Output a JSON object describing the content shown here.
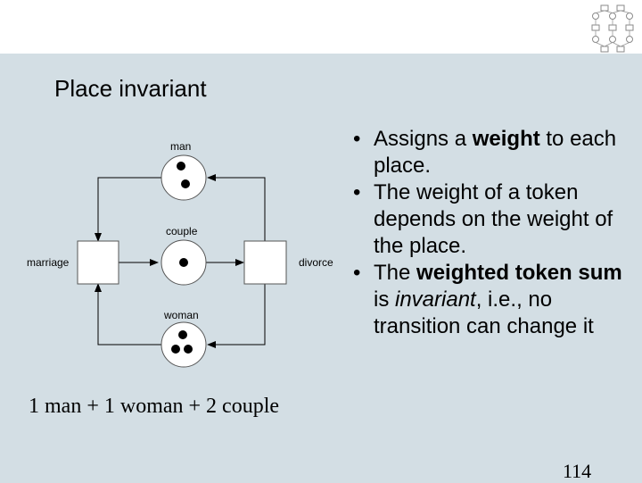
{
  "slide": {
    "title": "Place invariant",
    "page_number": "114"
  },
  "petri_net": {
    "places": [
      {
        "id": "man",
        "label": "man",
        "tokens": 2
      },
      {
        "id": "couple",
        "label": "couple",
        "tokens": 1
      },
      {
        "id": "woman",
        "label": "woman",
        "tokens": 3
      }
    ],
    "transitions": [
      {
        "id": "marriage",
        "label": "marriage"
      },
      {
        "id": "divorce",
        "label": "divorce"
      }
    ],
    "arcs": [
      {
        "from": "man",
        "to": "marriage"
      },
      {
        "from": "woman",
        "to": "marriage"
      },
      {
        "from": "marriage",
        "to": "couple"
      },
      {
        "from": "couple",
        "to": "divorce"
      },
      {
        "from": "divorce",
        "to": "man"
      },
      {
        "from": "divorce",
        "to": "woman"
      }
    ],
    "equation": "1 man + 1 woman + 2 couple"
  },
  "bullets": [
    {
      "parts": [
        {
          "text": "Assigns a ",
          "style": "normal"
        },
        {
          "text": "weight",
          "style": "bold"
        },
        {
          "text": " to each place.",
          "style": "normal"
        }
      ]
    },
    {
      "parts": [
        {
          "text": "The weight of a token depends on the weight of the place.",
          "style": "normal"
        }
      ]
    },
    {
      "parts": [
        {
          "text": "The ",
          "style": "normal"
        },
        {
          "text": "weighted token sum",
          "style": "bold"
        },
        {
          "text": " is ",
          "style": "normal"
        },
        {
          "text": "invariant",
          "style": "italic"
        },
        {
          "text": ", i.e., no transition can change it",
          "style": "normal"
        }
      ]
    }
  ]
}
